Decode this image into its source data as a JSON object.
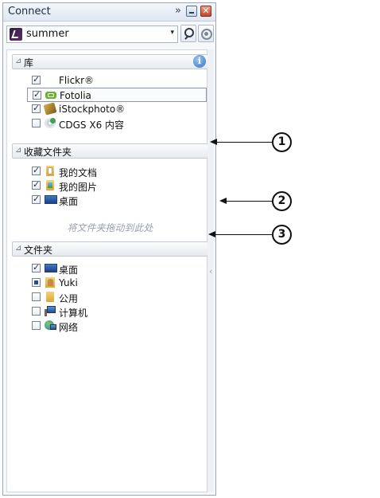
{
  "panel": {
    "title": "Connect",
    "more_glyph": "»",
    "close_glyph": "✕"
  },
  "search": {
    "value": "summer",
    "dropdown_glyph": "▾"
  },
  "sections": {
    "library": {
      "label": "库",
      "items": [
        {
          "label": "Flickr®",
          "checked": true
        },
        {
          "label": "Fotolia",
          "checked": true
        },
        {
          "label": "iStockphoto®",
          "checked": true
        },
        {
          "label": "CDGS X6 内容",
          "checked": false
        }
      ]
    },
    "favorites": {
      "label": "收藏文件夹",
      "items": [
        {
          "label": "我的文档",
          "checked": true
        },
        {
          "label": "我的图片",
          "checked": true
        },
        {
          "label": "桌面",
          "checked": true
        }
      ],
      "drop_hint": "将文件夹拖动到此处"
    },
    "folders": {
      "label": "文件夹",
      "items": [
        {
          "label": "桌面",
          "checked": true
        },
        {
          "label": "Yuki",
          "checked": "partial"
        },
        {
          "label": "公用",
          "checked": false
        },
        {
          "label": "计算机",
          "checked": false
        },
        {
          "label": "网络",
          "checked": false
        }
      ]
    }
  },
  "glyphs": {
    "collapse": "⊿",
    "info": "i",
    "scroll_grip": "‹"
  },
  "callouts": [
    "1",
    "2",
    "3"
  ]
}
